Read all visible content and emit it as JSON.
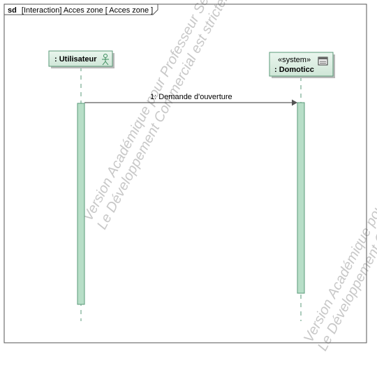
{
  "frame": {
    "keyword": "sd",
    "label": "[Interaction] Acces zone [ Acces zone ]"
  },
  "lifelines": [
    {
      "name": ": Utilisateur",
      "stereotype": "",
      "icon": "actor-icon"
    },
    {
      "name": ": Domoticc",
      "stereotype": "«system»",
      "icon": "system-icon"
    }
  ],
  "messages": [
    {
      "label": "1: Demande d'ouverture",
      "from": 0,
      "to": 1,
      "kind": "synchronous"
    }
  ],
  "watermark": {
    "line1": "Version Académique pour Professeur Seulement",
    "line2": "Le Développement Commercial est strictement interdit",
    "line3": "Version Académique pour Professeur Seulement",
    "line4": "Le Développement Commercial est strictement interdit"
  },
  "colors": {
    "lifeline_fill": "#d6eadd",
    "activation_fill": "#b7dec7",
    "lifeline_stroke": "#5a9a78",
    "frame_stroke": "#555555"
  }
}
